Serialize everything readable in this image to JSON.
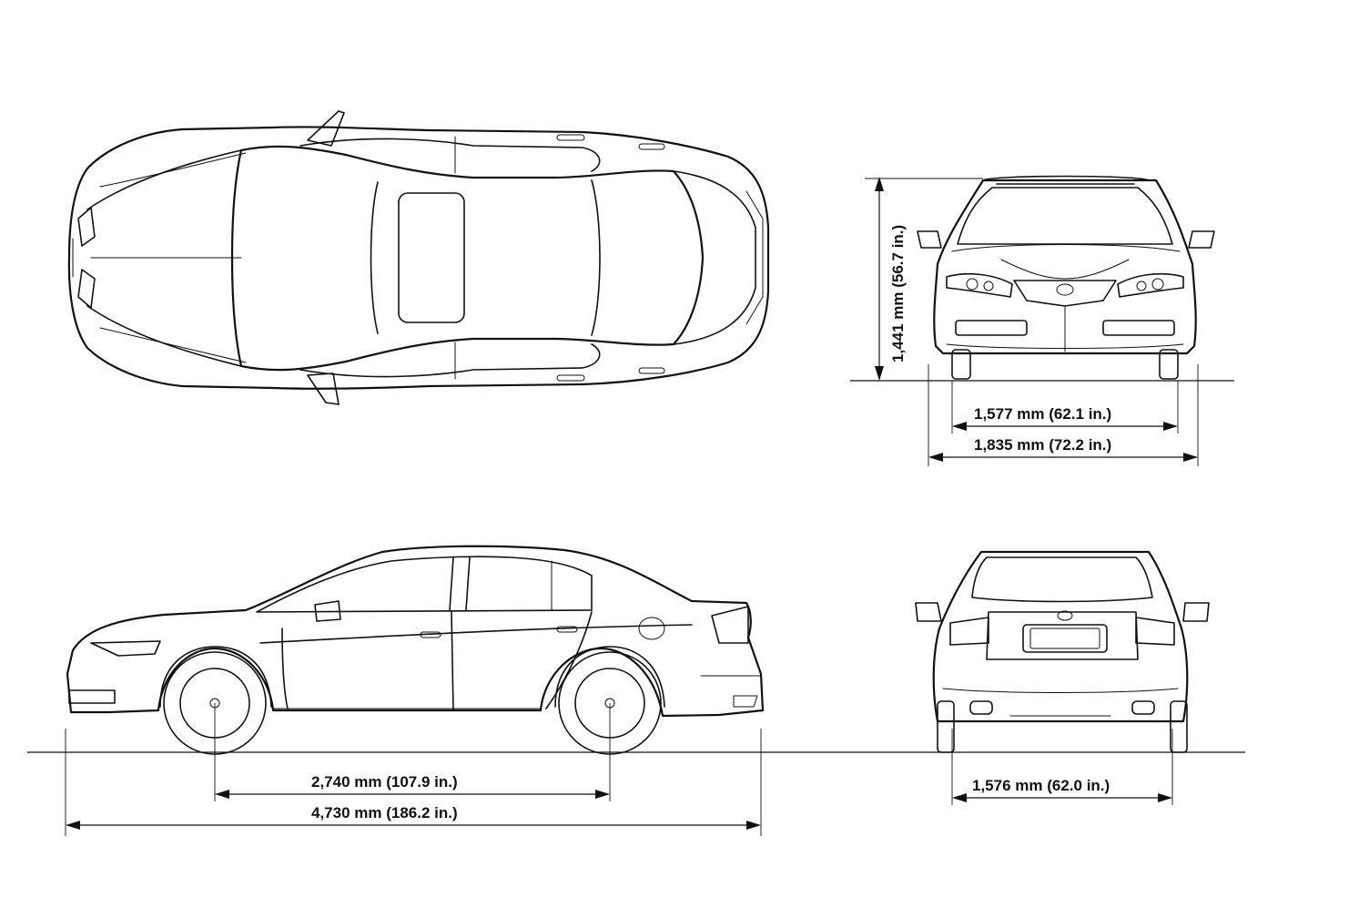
{
  "dimensions": {
    "height": "1,441 mm (56.7 in.)",
    "front_track": "1,577 mm (62.1 in.)",
    "overall_width": "1,835 mm (72.2 in.)",
    "wheelbase": "2,740 mm (107.9 in.)",
    "overall_length": "4,730 mm (186.2 in.)",
    "rear_track": "1,576 mm (62.0 in.)"
  }
}
